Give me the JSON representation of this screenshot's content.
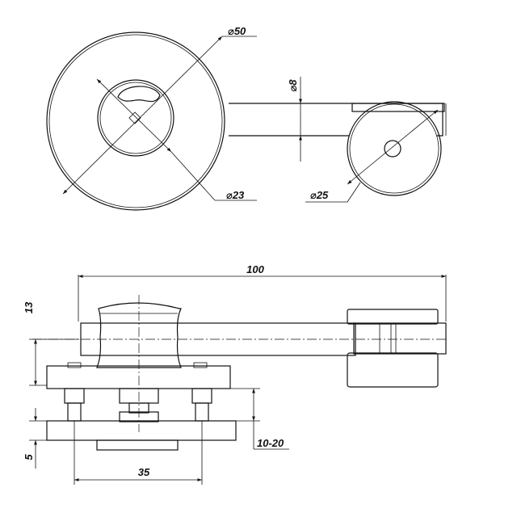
{
  "dimensions": {
    "top_outer_diameter": "⌀50",
    "top_inner_diameter": "⌀23",
    "rod_diameter": "⌀8",
    "roller_diameter": "⌀25",
    "overall_length": "100",
    "knob_height": "13",
    "plate_thickness": "5",
    "bolt_spacing": "35",
    "glass_range": "10-20"
  },
  "colors": {
    "line": "#111111",
    "background": "#ffffff"
  }
}
